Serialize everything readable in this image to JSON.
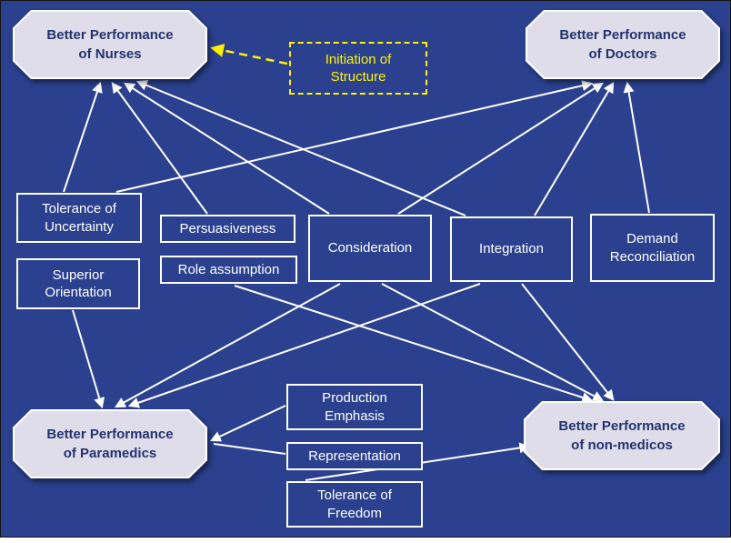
{
  "colors": {
    "background": "#2b418f",
    "arrow": "#ffffff",
    "box_border": "#ffffff",
    "box_text": "#ffffff",
    "accent_dashed": "#fff200",
    "octagon_fill": "#dedde9",
    "octagon_text": "#24336f"
  },
  "nodes": {
    "nurses": "Better Performance\nof Nurses",
    "doctors": "Better Performance\nof Doctors",
    "paramedics": "Better Performance\nof Paramedics",
    "non_medicos": "Better Performance\nof non-medicos",
    "initiation_of_structure": "Initiation of\nStructure",
    "tolerance_of_uncertainty": "Tolerance of\nUncertainty",
    "superior_orientation": "Superior\nOrientation",
    "persuasiveness": "Persuasiveness",
    "role_assumption": "Role assumption",
    "consideration": "Consideration",
    "integration": "Integration",
    "demand_reconciliation": "Demand\nReconciliation",
    "production_emphasis": "Production\nEmphasis",
    "representation": "Representation",
    "tolerance_of_freedom": "Tolerance of\nFreedom"
  },
  "edges": [
    {
      "from": "initiation_of_structure",
      "to": "nurses",
      "style": "dashed-yellow"
    },
    {
      "from": "tolerance_of_uncertainty",
      "to": "nurses",
      "style": "solid"
    },
    {
      "from": "persuasiveness",
      "to": "nurses",
      "style": "solid"
    },
    {
      "from": "consideration",
      "to": "nurses",
      "style": "solid"
    },
    {
      "from": "integration",
      "to": "nurses",
      "style": "solid"
    },
    {
      "from": "tolerance_of_uncertainty",
      "to": "doctors",
      "style": "solid"
    },
    {
      "from": "consideration",
      "to": "doctors",
      "style": "solid"
    },
    {
      "from": "integration",
      "to": "doctors",
      "style": "solid"
    },
    {
      "from": "demand_reconciliation",
      "to": "doctors",
      "style": "solid"
    },
    {
      "from": "superior_orientation",
      "to": "paramedics",
      "style": "solid"
    },
    {
      "from": "consideration",
      "to": "paramedics",
      "style": "solid"
    },
    {
      "from": "integration",
      "to": "paramedics",
      "style": "solid"
    },
    {
      "from": "production_emphasis",
      "to": "paramedics",
      "style": "solid"
    },
    {
      "from": "representation",
      "to": "paramedics",
      "style": "solid"
    },
    {
      "from": "role_assumption",
      "to": "non_medicos",
      "style": "solid"
    },
    {
      "from": "consideration",
      "to": "non_medicos",
      "style": "solid"
    },
    {
      "from": "integration",
      "to": "non_medicos",
      "style": "solid"
    },
    {
      "from": "tolerance_of_freedom",
      "to": "non_medicos",
      "style": "solid"
    }
  ]
}
